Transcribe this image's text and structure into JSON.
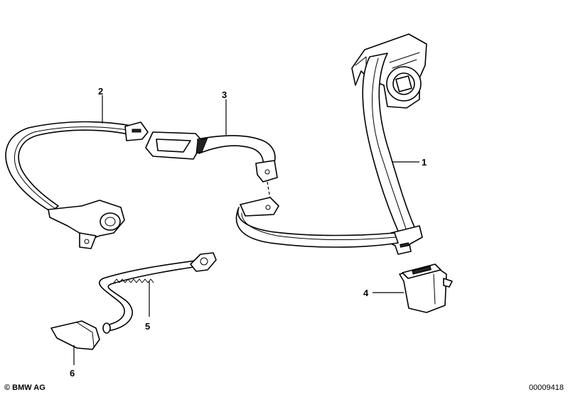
{
  "callouts": [
    {
      "label": "1"
    },
    {
      "label": "2"
    },
    {
      "label": "3"
    },
    {
      "label": "4"
    },
    {
      "label": "5"
    },
    {
      "label": "6"
    }
  ],
  "footer": {
    "copyright": "© BMW AG",
    "drawing_number": "00009418"
  }
}
